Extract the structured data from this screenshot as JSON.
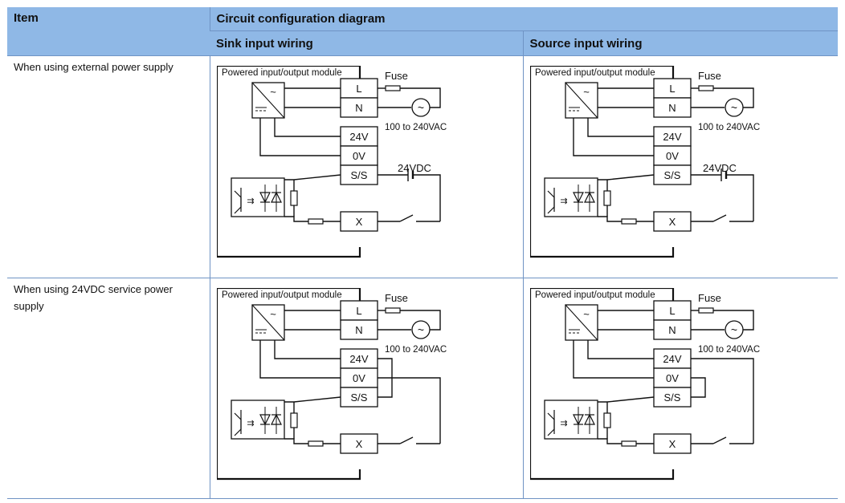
{
  "table": {
    "header": {
      "item": "Item",
      "circuit": "Circuit configuration diagram",
      "sink": "Sink input wiring",
      "source": "Source input wiring"
    },
    "rows": [
      {
        "label": "When using external power supply"
      },
      {
        "label": "When using 24VDC service power supply"
      }
    ]
  },
  "diagram": {
    "module_label": "Powered input/output module",
    "fuse_label": "Fuse",
    "ac_label": "100 to 240VAC",
    "dc_label": "24VDC",
    "terminals": {
      "L": "L",
      "N": "N",
      "v24": "24V",
      "v0": "0V",
      "ss": "S/S",
      "x": "X"
    }
  }
}
